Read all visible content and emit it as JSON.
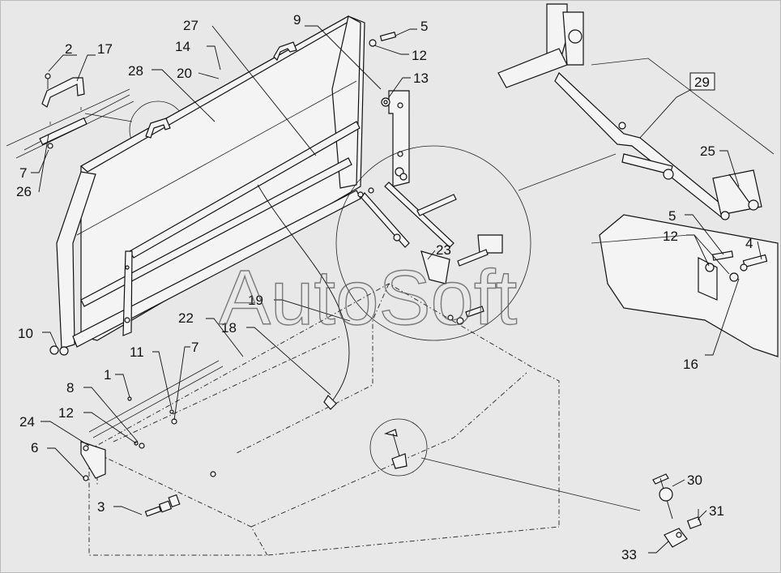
{
  "watermark": "AutoSoft",
  "callouts": [
    {
      "id": "c2",
      "label": "2"
    },
    {
      "id": "c17",
      "label": "17"
    },
    {
      "id": "c7a",
      "label": "7"
    },
    {
      "id": "c26",
      "label": "26"
    },
    {
      "id": "c28",
      "label": "28"
    },
    {
      "id": "c14",
      "label": "14"
    },
    {
      "id": "c20",
      "label": "20"
    },
    {
      "id": "c27",
      "label": "27"
    },
    {
      "id": "c9",
      "label": "9"
    },
    {
      "id": "c5a",
      "label": "5"
    },
    {
      "id": "c12a",
      "label": "12"
    },
    {
      "id": "c13",
      "label": "13"
    },
    {
      "id": "c23",
      "label": "23"
    },
    {
      "id": "c19",
      "label": "19"
    },
    {
      "id": "c22",
      "label": "22"
    },
    {
      "id": "c18",
      "label": "18"
    },
    {
      "id": "c10",
      "label": "10"
    },
    {
      "id": "c11",
      "label": "11"
    },
    {
      "id": "c7b",
      "label": "7"
    },
    {
      "id": "c1",
      "label": "1"
    },
    {
      "id": "c8",
      "label": "8"
    },
    {
      "id": "c12b",
      "label": "12"
    },
    {
      "id": "c24",
      "label": "24"
    },
    {
      "id": "c6",
      "label": "6"
    },
    {
      "id": "c3",
      "label": "3"
    },
    {
      "id": "c29",
      "label": "29"
    },
    {
      "id": "c25",
      "label": "25"
    },
    {
      "id": "c5b",
      "label": "5"
    },
    {
      "id": "c12c",
      "label": "12"
    },
    {
      "id": "c4",
      "label": "4"
    },
    {
      "id": "c16",
      "label": "16"
    },
    {
      "id": "c30",
      "label": "30"
    },
    {
      "id": "c31",
      "label": "31"
    },
    {
      "id": "c33",
      "label": "33"
    }
  ]
}
